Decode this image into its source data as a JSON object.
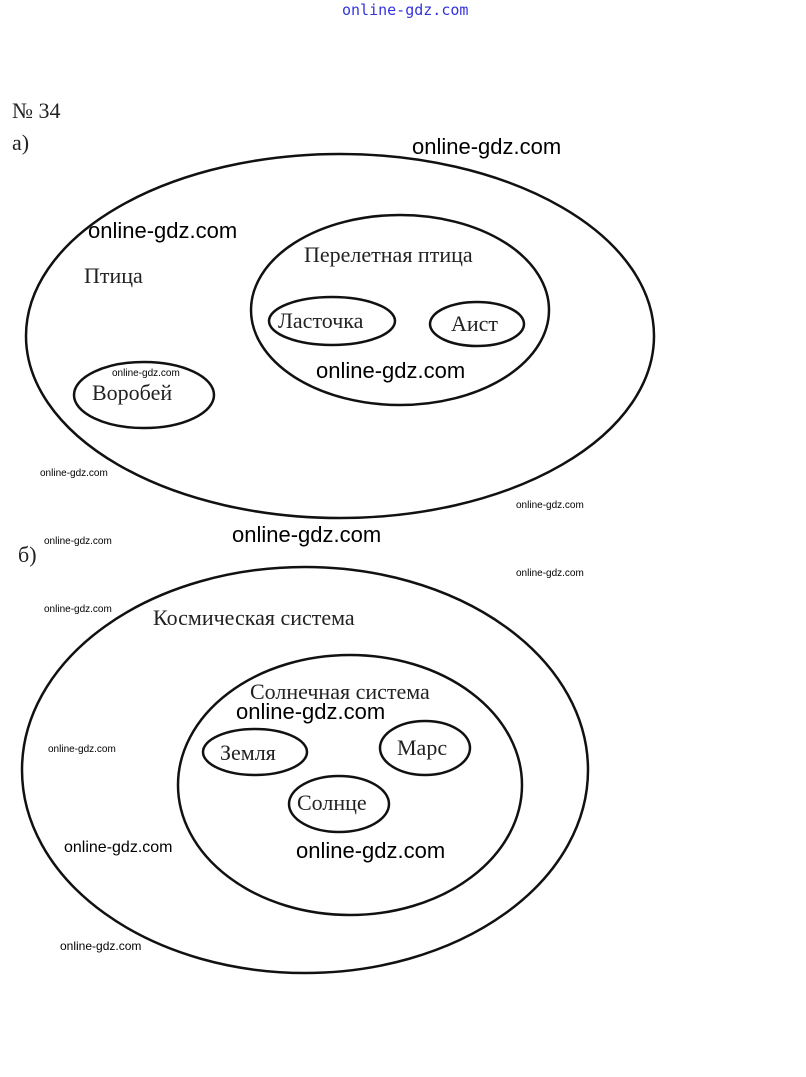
{
  "header_watermark": "online-gdz.com",
  "problem_number": "№ 34",
  "part_a": {
    "label": "а)",
    "outer": "Птица",
    "inner": "Перелетная птица",
    "inner_items": [
      "Ласточка",
      "Аист"
    ],
    "outer_items": [
      "Воробей"
    ]
  },
  "part_b": {
    "label": "б)",
    "outer": "Космическая система",
    "inner": "Солнечная система",
    "inner_items": [
      "Земля",
      "Марс",
      "Солнце"
    ]
  },
  "watermark": "online-gdz.com"
}
